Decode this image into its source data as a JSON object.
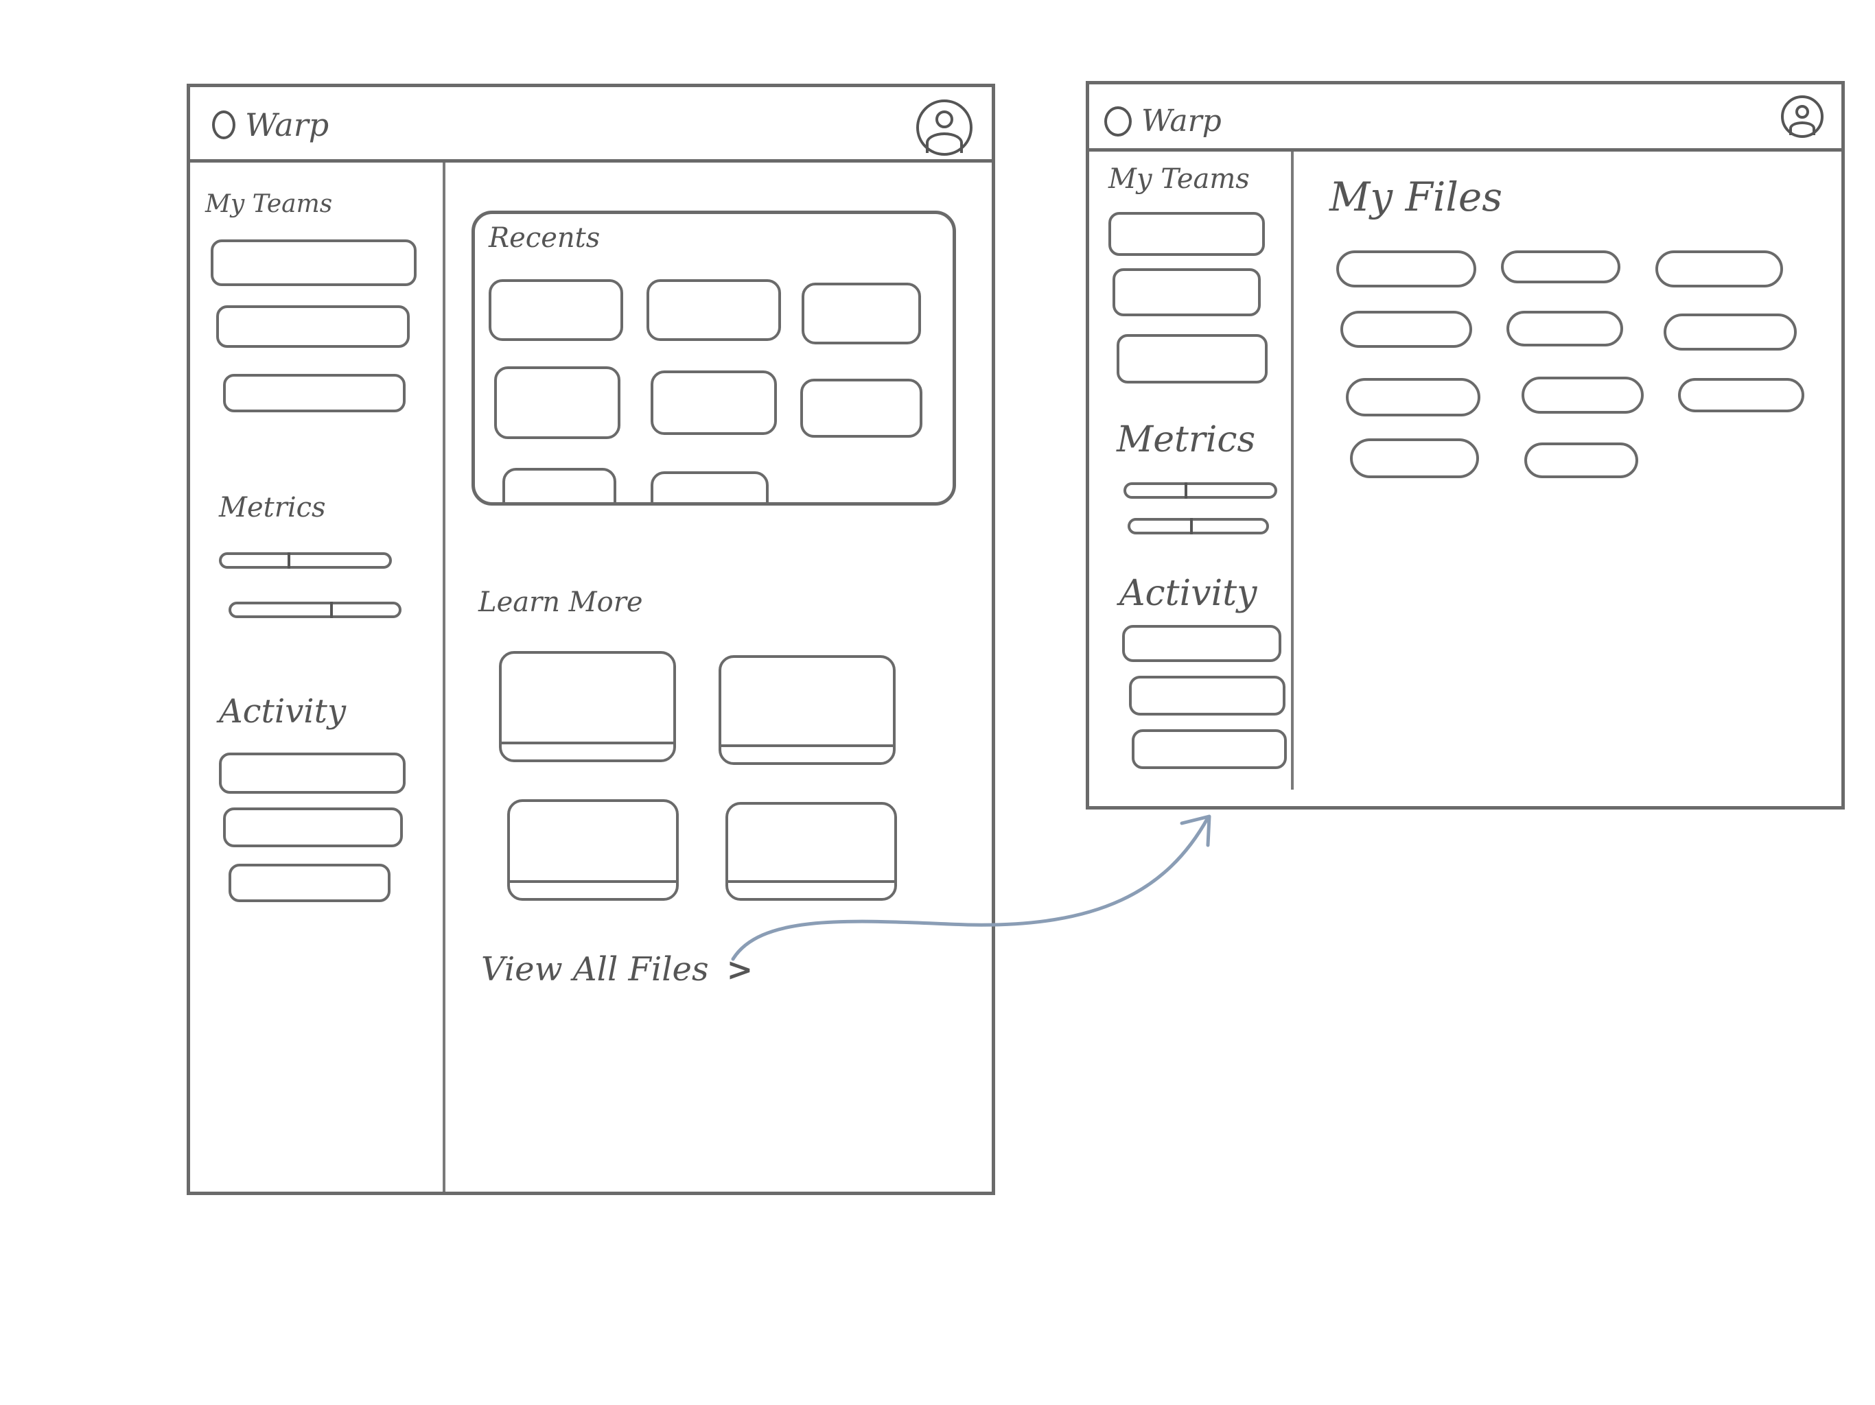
{
  "dashboard": {
    "logo_text": "Warp",
    "sidebar": {
      "my_teams_label": "My Teams",
      "metrics_label": "Metrics",
      "activity_label": "Activity",
      "metric_levels": [
        0.4,
        0.6
      ]
    },
    "main": {
      "recents_label": "Recents",
      "learn_more_label": "Learn More",
      "view_all_label": "View All Files"
    }
  },
  "files_view": {
    "logo_text": "Warp",
    "sidebar": {
      "my_teams_label": "My Teams",
      "metrics_label": "Metrics",
      "activity_label": "Activity",
      "metric_levels": [
        0.4,
        0.45
      ]
    },
    "title": "My Files"
  },
  "icons": {
    "logo": "circle-logo-icon",
    "avatar": "user-avatar-icon",
    "chevron": "chevron-right-icon",
    "flow_arrow": "navigation-arrow"
  },
  "colors": {
    "sketch_line": "#6a6a6a",
    "flow_arrow": "#8a9db5"
  }
}
